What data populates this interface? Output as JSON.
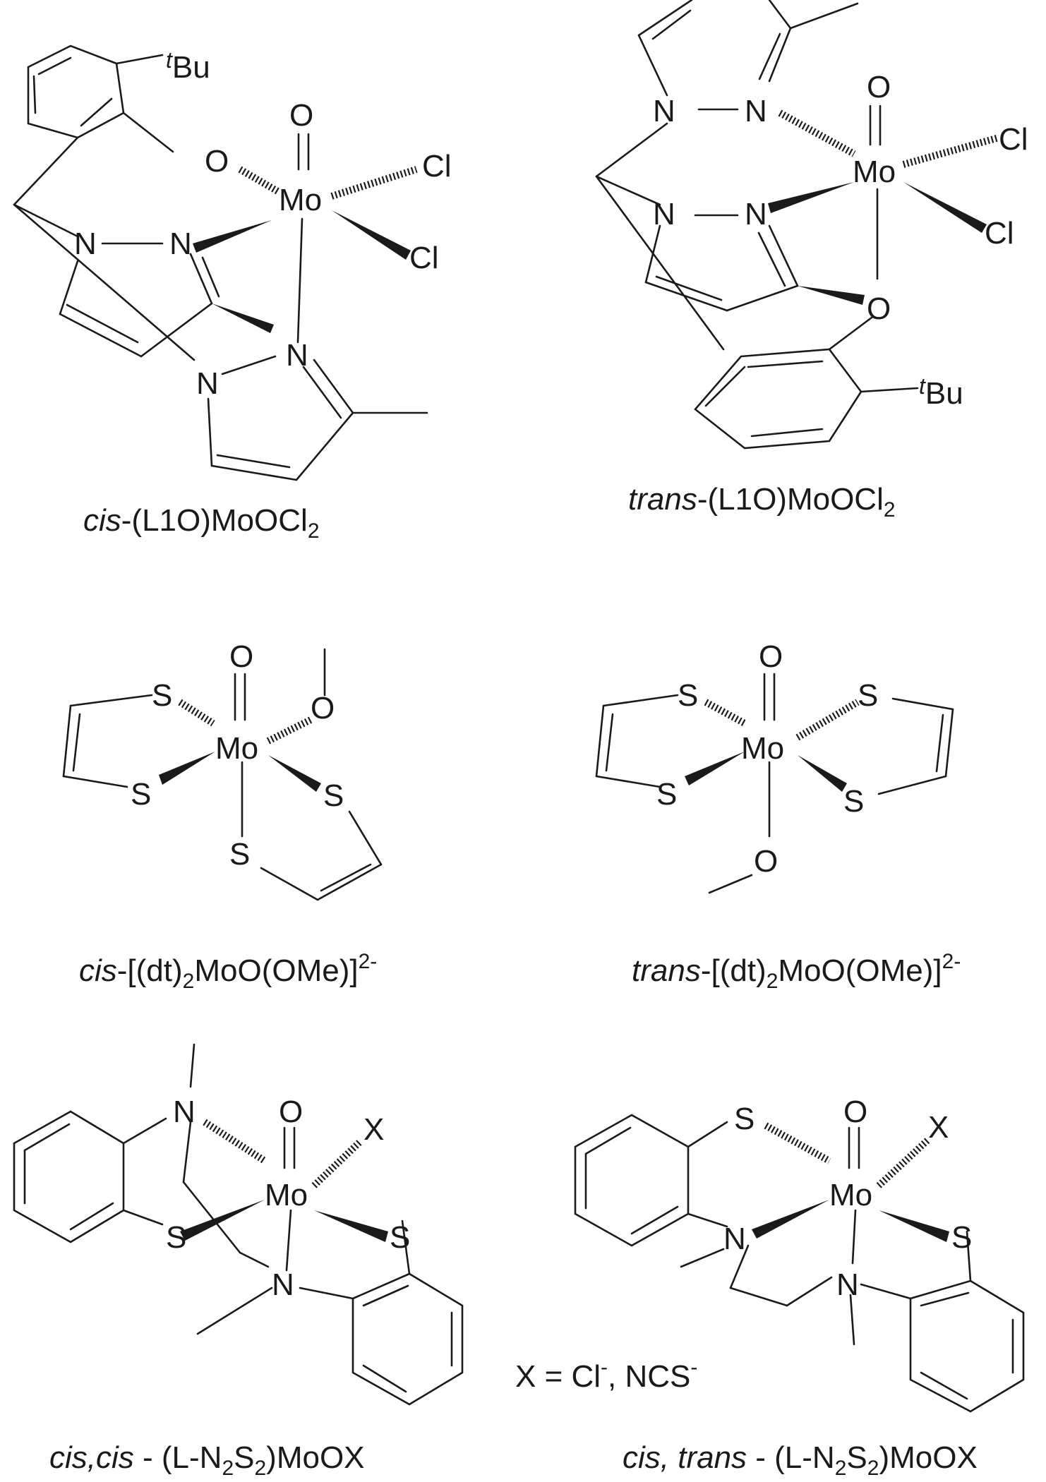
{
  "captions": {
    "s1": {
      "italic": "cis",
      "rest": "-(L1O)MoOCl",
      "sub": "2"
    },
    "s2": {
      "italic": "trans",
      "rest": "-(L1O)MoOCl",
      "sub": "2"
    },
    "s3": {
      "italic": "cis",
      "pre": "-[(dt)",
      "sub": "2",
      "post": "MoO(OMe)]",
      "sup": "2-"
    },
    "s4": {
      "italic": "trans",
      "pre": "-[(dt)",
      "sub": "2",
      "post": "MoO(OMe)]",
      "sup": "2-"
    },
    "s5": {
      "italic": "cis,cis",
      "pre": " - (L-N",
      "sub1": "2",
      "mid": "S",
      "sub2": "2",
      "post": ")MoOX"
    },
    "s6": {
      "italic": "cis, trans",
      "pre": " - (L-N",
      "sub1": "2",
      "mid": "S",
      "sub2": "2",
      "post": ")MoOX"
    }
  },
  "note": {
    "pre": "X = Cl",
    "sup1": "-",
    "mid": ", NCS",
    "sup2": "-"
  },
  "atoms": {
    "mo": "Mo",
    "o": "O",
    "cl": "Cl",
    "n": "N",
    "s": "S",
    "x": "X",
    "tbu_sup": "t",
    "tbu": "Bu"
  },
  "colors": {
    "ink": "#1a1a1a",
    "background": "#ffffff"
  }
}
